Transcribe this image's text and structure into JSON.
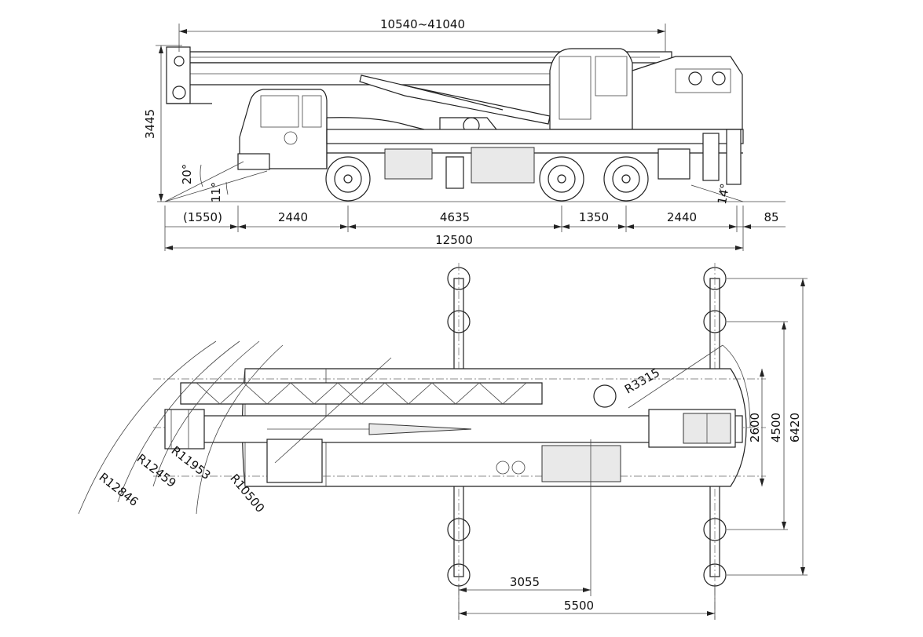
{
  "side_view": {
    "boom_length_range": "10540~41040",
    "height": "3445",
    "approach_angle_front": "20°",
    "approach_angle_front_2": "11°",
    "departure_angle": "14°",
    "dim_front_overhang": "(1550)",
    "dim_front_to_axle1": "2440",
    "dim_axle1_to_axle2": "4635",
    "dim_axle2_to_axle3": "1350",
    "dim_axle3_to_rear": "2440",
    "dim_rear_tail": "85",
    "overall_length": "12500"
  },
  "top_view": {
    "radius_tail": "R3315",
    "radius_1": "R12846",
    "radius_2": "R12459",
    "radius_3": "R11953",
    "radius_4": "R10500",
    "width_body": "2600",
    "outrigger_width_mid": "4500",
    "outrigger_width_full": "6420",
    "outrigger_longitudinal_half": "3055",
    "outrigger_longitudinal_full": "5500"
  }
}
